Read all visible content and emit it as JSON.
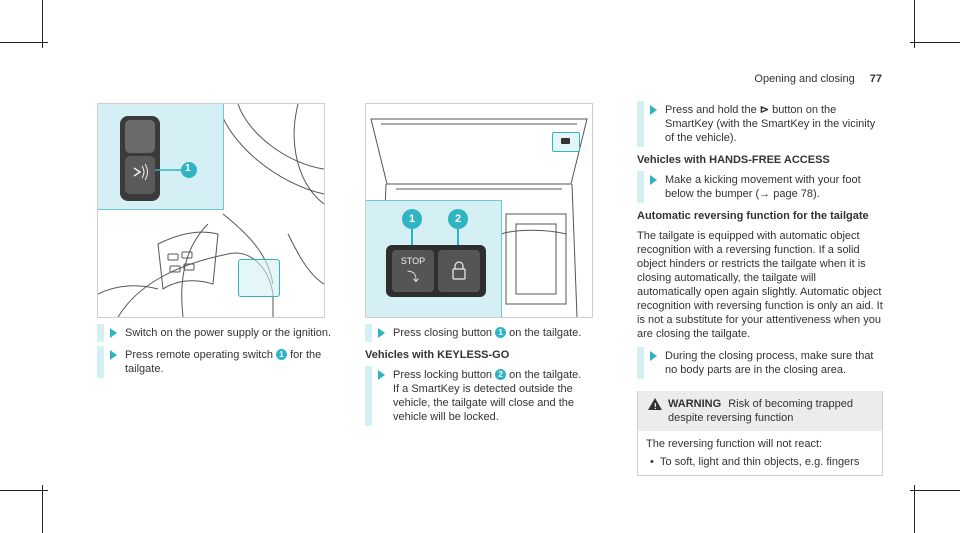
{
  "header": {
    "section": "Opening and closing",
    "page_number": "77"
  },
  "figures": {
    "left": {
      "callout": "1"
    },
    "middle": {
      "button_stop": "STOP",
      "callout_1": "1",
      "callout_2": "2"
    }
  },
  "col1": {
    "items": [
      {
        "text": "Switch on the power supply or the ignition."
      },
      {
        "text_a": "Press remote operating switch ",
        "num": "1",
        "text_b": " for the tailgate."
      }
    ]
  },
  "col2": {
    "item1": {
      "text_a": "Press closing button ",
      "num": "1",
      "text_b": " on the tailgate."
    },
    "heading": "Vehicles with KEYLESS-GO",
    "item2": {
      "text_a": "Press locking button ",
      "num": "2",
      "text_b": " on the tailgate.",
      "text_c": "If a SmartKey is detected outside the vehicle, the tailgate will close and the vehicle will be locked."
    }
  },
  "col3": {
    "item1": {
      "text_a": "Press and hold the ",
      "icon_glyph": "⊳",
      "text_b": " button on the SmartKey (with the SmartKey in the vicinity of the vehicle)."
    },
    "heading1": "Vehicles with HANDS-FREE ACCESS",
    "item2": "Make a kicking movement with your foot below the bumper (→ page 78).",
    "heading2": "Automatic reversing function for the tailgate",
    "para": "The tailgate is equipped with automatic object recognition with a reversing function. If a solid object hinders or restricts the tailgate when it is closing automatically, the tailgate will automatically open again slightly. Automatic object recognition with reversing function is only an aid. It is not a substitute for your attentiveness when you are closing the tailgate.",
    "item3": "During the closing process, make sure that no body parts are in the closing area.",
    "warning": {
      "label": "WARNING",
      "title": "Risk of becoming trapped despite reversing function",
      "body": "The reversing function will not react:",
      "list": [
        "To soft, light and thin objects, e.g. fingers"
      ]
    }
  }
}
